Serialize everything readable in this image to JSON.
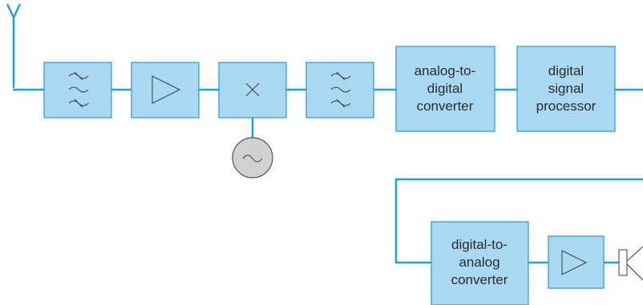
{
  "colors": {
    "wire": "#1ba3dc",
    "block_fill": "#a9d9f2",
    "block_stroke": "#2a97cf",
    "oscillator_fill": "#d0d0d0"
  },
  "blocks": {
    "adc": {
      "line1": "analog-to-",
      "line2": "digital",
      "line3": "converter"
    },
    "dsp": {
      "line1": "digital",
      "line2": "signal",
      "line3": "processor"
    },
    "dac": {
      "line1": "digital-to-",
      "line2": "analog",
      "line3": "converter"
    }
  },
  "icons": {
    "antenna": "antenna-icon",
    "filter": "bandpass-filter-icon",
    "amplifier": "amplifier-triangle-icon",
    "mixer": "mixer-x-icon",
    "oscillator": "sine-oscillator-icon",
    "speaker": "speaker-icon"
  }
}
